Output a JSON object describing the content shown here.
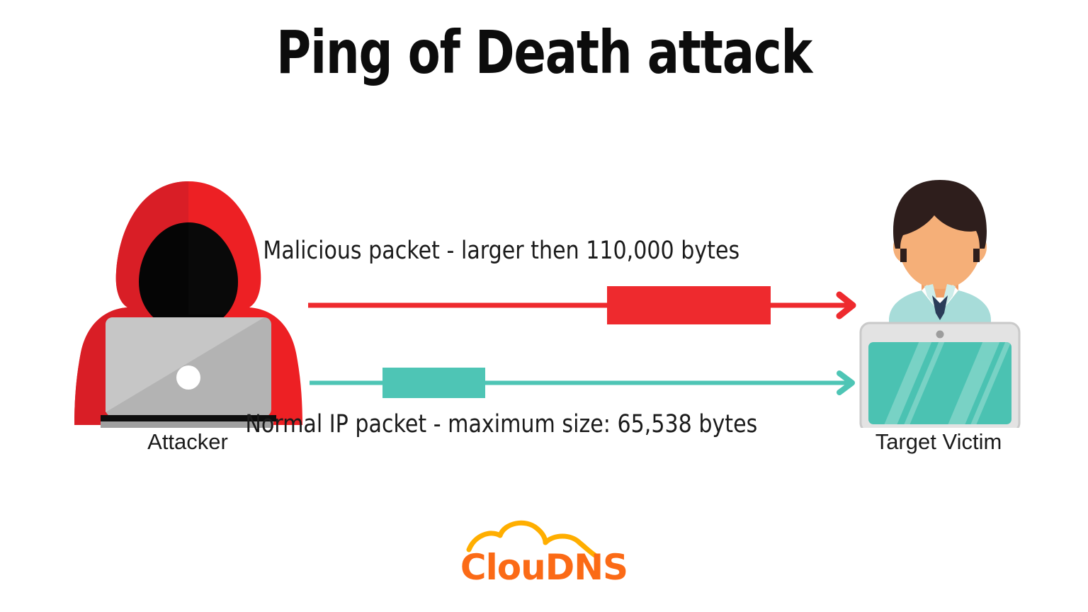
{
  "page": {
    "title": "Ping of Death attack",
    "background_color": "#ffffff"
  },
  "colors": {
    "title_text": "#0c0c0c",
    "body_text": "#1b1b1b",
    "malicious_red": "#EE2A2E",
    "hood_red_light": "#ED2024",
    "hood_red_dark": "#D91E26",
    "normal_teal": "#4EC5B5",
    "screen_teal": "#4BC2B2",
    "laptop_grey": "#B3B3B3",
    "laptop_grey_light": "#C4C4C4",
    "laptop_base_grey": "#A8A8A8",
    "skin": "#F5AF78",
    "hair_dark_brown": "#2E1E1C",
    "shirt_mint": "#A7DCD9",
    "tie_navy": "#2B3C59",
    "logo_orange": "#FB6A16",
    "logo_cloud_yellow": "#FFAE00"
  },
  "diagram": {
    "flows": [
      {
        "id": "malicious",
        "label": "Malicious packet - larger then 110,000 bytes",
        "color": "#EE2A2E",
        "packet_size": "large",
        "direction": "attacker-to-victim"
      },
      {
        "id": "normal",
        "label": "Normal IP packet - maximum size: 65,538 bytes",
        "color": "#4EC5B5",
        "packet_size": "small",
        "direction": "attacker-to-victim"
      }
    ],
    "actors": [
      {
        "id": "attacker",
        "caption": "Attacker",
        "icon": "hooded-hacker-with-laptop-icon"
      },
      {
        "id": "victim",
        "caption": "Target Victim",
        "icon": "person-at-laptop-icon"
      }
    ]
  },
  "footer": {
    "logo": {
      "text": "ClouDNS",
      "icon": "cloud-icon",
      "color": "#FB6A16"
    }
  }
}
